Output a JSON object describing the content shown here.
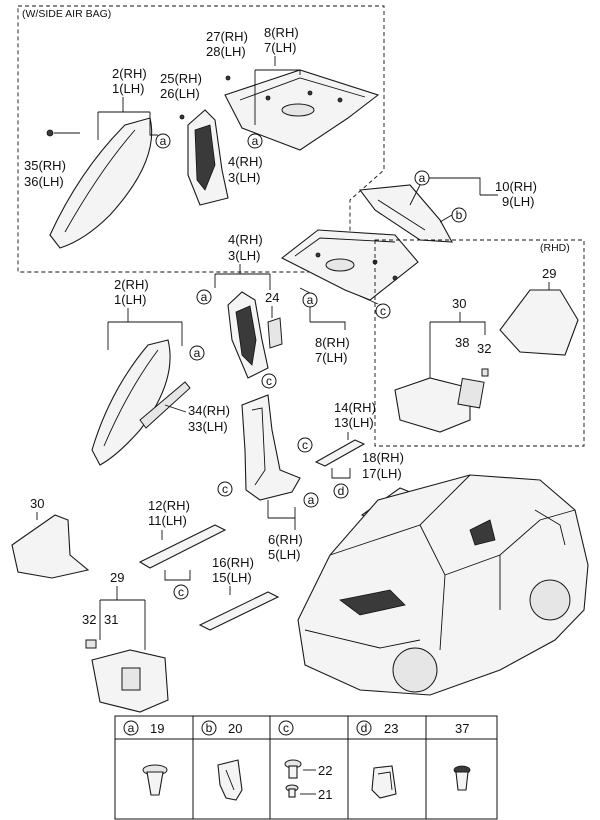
{
  "boxes": {
    "side_airbag": "(W/SIDE AIR BAG)",
    "rhd": "(RHD)"
  },
  "labels": {
    "l_27rh": "27(RH)",
    "l_28lh": "28(LH)",
    "l_8rh_top": "8(RH)",
    "l_7lh_top": "7(LH)",
    "l_2rh_top": "2(RH)",
    "l_1lh_top": "1(LH)",
    "l_25rh": "25(RH)",
    "l_26lh": "26(LH)",
    "l_35rh": "35(RH)",
    "l_36lh": "36(LH)",
    "l_4rh_top": "4(RH)",
    "l_3lh_top": "3(LH)",
    "l_10rh": "10(RH)",
    "l_9lh": "9(LH)",
    "l_4rh": "4(RH)",
    "l_3lh": "3(LH)",
    "l_24": "24",
    "l_2rh": "2(RH)",
    "l_1lh": "1(LH)",
    "l_8rh": "8(RH)",
    "l_7lh": "7(LH)",
    "l_29_rhd": "29",
    "l_30_rhd": "30",
    "l_38": "38",
    "l_32_rhd": "32",
    "l_34rh": "34(RH)",
    "l_33lh": "33(LH)",
    "l_14rh": "14(RH)",
    "l_13lh": "13(LH)",
    "l_18rh": "18(RH)",
    "l_17lh": "17(LH)",
    "l_30": "30",
    "l_12rh": "12(RH)",
    "l_11lh": "11(LH)",
    "l_6rh": "6(RH)",
    "l_5lh": "5(LH)",
    "l_16rh": "16(RH)",
    "l_15lh": "15(LH)",
    "l_29": "29",
    "l_32": "32",
    "l_31": "31"
  },
  "callouts": {
    "a": "a",
    "b": "b",
    "c": "c",
    "d": "d"
  },
  "legend": {
    "cells": [
      {
        "letter": "a",
        "number": "19"
      },
      {
        "letter": "b",
        "number": "20"
      },
      {
        "letter": "c",
        "number": ""
      },
      {
        "letter": "d",
        "number": "23"
      },
      {
        "letter": "",
        "number": "37"
      }
    ],
    "c_sub": [
      "22",
      "21"
    ]
  }
}
